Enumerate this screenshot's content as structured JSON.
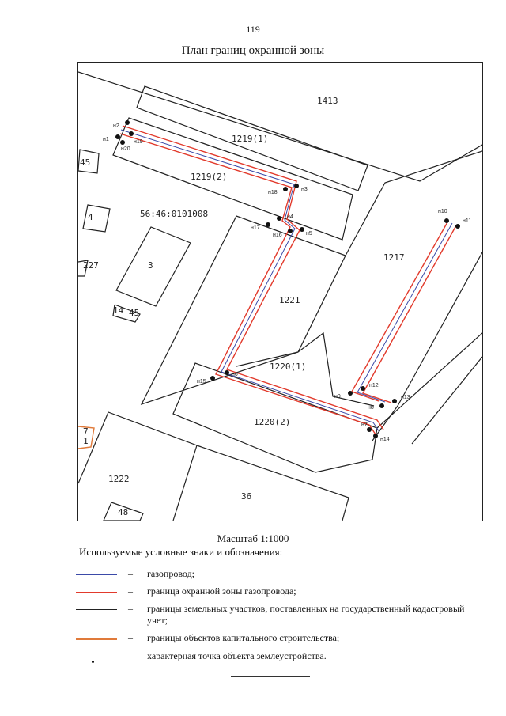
{
  "page": {
    "number": "119",
    "title": "План границ охранной зоны",
    "scale": "Масштаб 1:1000"
  },
  "map": {
    "parcels": {
      "p1413": "1413",
      "p1219_1": "1219(1)",
      "p1219_2": "1219(2)",
      "p45": "45",
      "p4": "4",
      "block": "56:46:0101008",
      "p227": "227",
      "p3": "3",
      "p1221": "1221",
      "p1217": "1217",
      "p1220_1": "1220(1)",
      "p1220_2": "1220(2)",
      "p1222": "1222",
      "p36": "36",
      "p14": "14",
      "p45b": "45",
      "p7": "7",
      "p1": "1",
      "p48": "48"
    },
    "points": {
      "n1": "н1",
      "n2": "н2",
      "n3": "н3",
      "n4": "н4",
      "n5": "н5",
      "n6": "н6",
      "n7": "н7",
      "n8": "н8",
      "n9": "н9",
      "n10": "н10",
      "n11": "н11",
      "n12": "н12",
      "n13": "н13",
      "n14": "н14",
      "n15": "н15",
      "n16": "н16",
      "n17": "н17",
      "n18": "н18",
      "n19": "н19",
      "n20": "н20"
    },
    "colors": {
      "gas_pipeline": "#3b4aa8",
      "protection_zone": "#e23a2c",
      "parcel_border": "#222222",
      "building_border": "#e07a3a"
    }
  },
  "legend": {
    "heading": "Используемые условные знаки и обозначения:",
    "dash": "–",
    "items": [
      {
        "text": "газопровод;"
      },
      {
        "text": "граница охранной зоны газопровода;"
      },
      {
        "text": "границы земельных участков,  поставленных на государственный кадастровый учет;"
      },
      {
        "text": "границы объектов капитального строительства;"
      },
      {
        "text": "характерная точка объекта землеустройства."
      }
    ]
  }
}
